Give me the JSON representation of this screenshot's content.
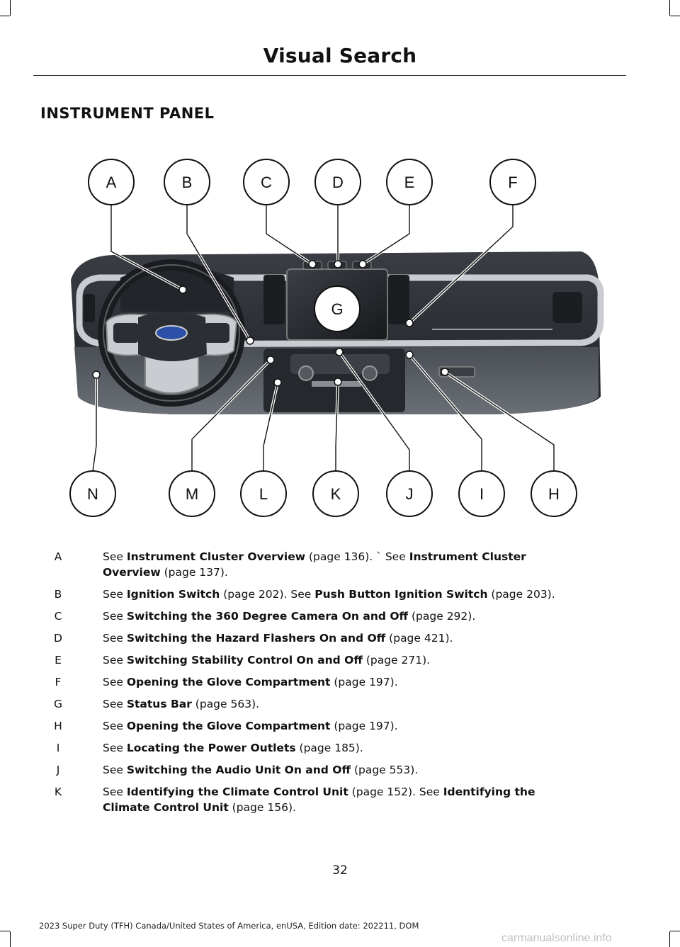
{
  "header": {
    "title": "Visual Search"
  },
  "section": {
    "title": "INSTRUMENT PANEL"
  },
  "diagram": {
    "callouts_top": [
      "A",
      "B",
      "C",
      "D",
      "E",
      "F"
    ],
    "callout_center": "G",
    "callouts_bottom": [
      "N",
      "M",
      "L",
      "K",
      "J",
      "I",
      "H"
    ]
  },
  "legend": [
    {
      "key": "A",
      "lines": [
        [
          {
            "t": "See "
          },
          {
            "t": "Instrument Cluster Overview",
            "b": true
          },
          {
            "t": " (page 136). ` See "
          },
          {
            "t": "Instrument Cluster",
            "b": true
          }
        ],
        [
          {
            "t": "Overview",
            "b": true
          },
          {
            "t": " (page 137)."
          }
        ]
      ]
    },
    {
      "key": "B",
      "lines": [
        [
          {
            "t": "See "
          },
          {
            "t": "Ignition Switch",
            "b": true
          },
          {
            "t": " (page 202). See "
          },
          {
            "t": "Push Button Ignition Switch",
            "b": true
          },
          {
            "t": " (page 203)."
          }
        ]
      ]
    },
    {
      "key": "C",
      "lines": [
        [
          {
            "t": "See "
          },
          {
            "t": "Switching the 360 Degree Camera On and Off",
            "b": true
          },
          {
            "t": " (page 292)."
          }
        ]
      ]
    },
    {
      "key": "D",
      "lines": [
        [
          {
            "t": "See "
          },
          {
            "t": "Switching the Hazard Flashers On and Off",
            "b": true
          },
          {
            "t": " (page 421)."
          }
        ]
      ]
    },
    {
      "key": "E",
      "lines": [
        [
          {
            "t": "See "
          },
          {
            "t": "Switching Stability Control On and Off",
            "b": true
          },
          {
            "t": " (page 271)."
          }
        ]
      ]
    },
    {
      "key": "F",
      "lines": [
        [
          {
            "t": "See "
          },
          {
            "t": "Opening the Glove Compartment",
            "b": true
          },
          {
            "t": " (page 197)."
          }
        ]
      ]
    },
    {
      "key": "G",
      "lines": [
        [
          {
            "t": "See "
          },
          {
            "t": "Status Bar",
            "b": true
          },
          {
            "t": " (page 563)."
          }
        ]
      ]
    },
    {
      "key": "H",
      "lines": [
        [
          {
            "t": "See "
          },
          {
            "t": "Opening the Glove Compartment",
            "b": true
          },
          {
            "t": " (page 197)."
          }
        ]
      ]
    },
    {
      "key": "I",
      "lines": [
        [
          {
            "t": "See "
          },
          {
            "t": "Locating the Power Outlets",
            "b": true
          },
          {
            "t": " (page 185)."
          }
        ]
      ]
    },
    {
      "key": "J",
      "lines": [
        [
          {
            "t": "See "
          },
          {
            "t": "Switching the Audio Unit On and Off",
            "b": true
          },
          {
            "t": " (page 553)."
          }
        ]
      ]
    },
    {
      "key": "K",
      "lines": [
        [
          {
            "t": "See "
          },
          {
            "t": "Identifying the Climate Control Unit",
            "b": true
          },
          {
            "t": " (page 152).  See "
          },
          {
            "t": "Identifying the",
            "b": true
          }
        ],
        [
          {
            "t": "Climate Control Unit",
            "b": true
          },
          {
            "t": " (page 156)."
          }
        ]
      ]
    }
  ],
  "page_number": "32",
  "footer": "2023 Super Duty (TFH) Canada/United States of America, enUSA, Edition date: 202211, DOM",
  "watermark": "carmanualsonline.info"
}
